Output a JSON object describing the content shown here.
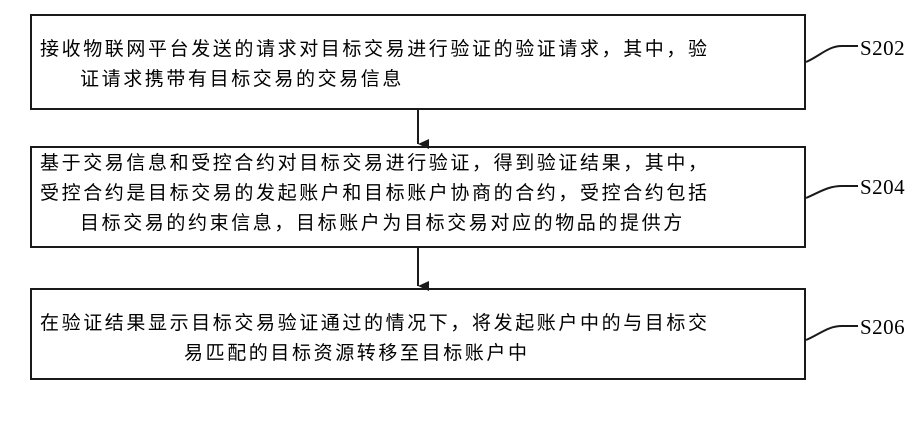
{
  "steps": [
    {
      "id": "S202",
      "lines": [
        "接收物联网平台发送的请求对目标交易进行验证的验证请求，其中，验",
        "证请求携带有目标交易的交易信息"
      ]
    },
    {
      "id": "S204",
      "lines": [
        "基于交易信息和受控合约对目标交易进行验证，得到验证结果，其中，",
        "受控合约是目标交易的发起账户和目标账户协商的合约，受控合约包括",
        "目标交易的约束信息，目标账户为目标交易对应的物品的提供方"
      ]
    },
    {
      "id": "S206",
      "lines": [
        "在验证结果显示目标交易验证通过的情况下，将发起账户中的与目标交",
        "易匹配的目标资源转移至目标账户中"
      ]
    }
  ]
}
